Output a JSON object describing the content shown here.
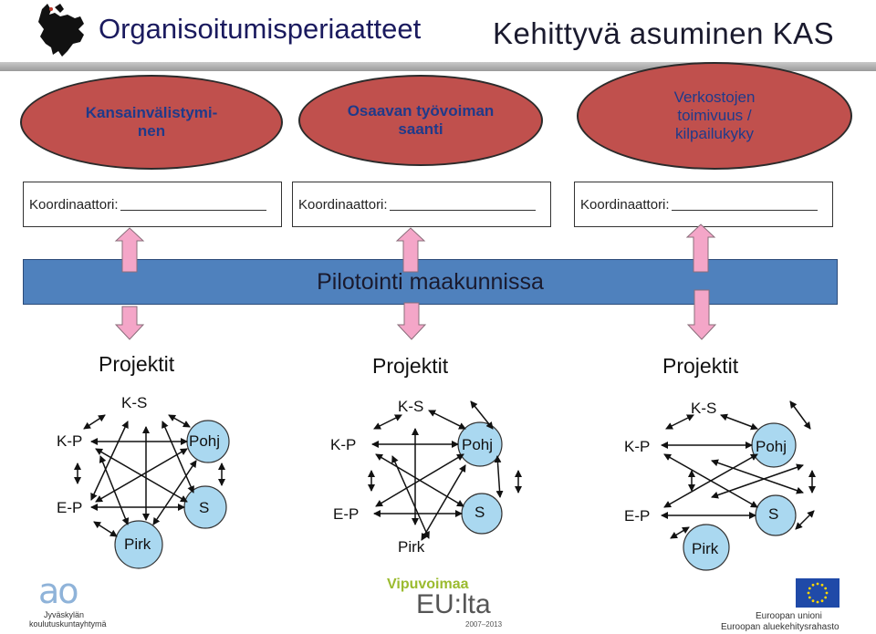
{
  "header": {
    "title_left": "Organisoitumisperiaatteet",
    "title_right": "Kehittyvä asuminen KAS"
  },
  "topics": [
    {
      "label": "Kansainvälistymi-\nnen"
    },
    {
      "label": "Osaavan työvoiman\nsaanti"
    },
    {
      "label": "Verkostojen\ntoimivuus /\nkilpailukyky"
    }
  ],
  "coordinators": [
    {
      "label": "Koordinaattori:"
    },
    {
      "label": "Koordinaattori:"
    },
    {
      "label": "Koordinaattori:"
    }
  ],
  "pilot": {
    "label": "Pilotointi maakunnissa"
  },
  "projects": [
    {
      "title": "Projektit",
      "nodes": {
        "ks": "K-S",
        "kp": "K-P",
        "pohj": "Pohj",
        "ep": "E-P",
        "s": "S",
        "pirk": "Pirk"
      }
    },
    {
      "title": "Projektit",
      "nodes": {
        "ks": "K-S",
        "kp": "K-P",
        "pohj": "Pohj",
        "ep": "E-P",
        "s": "S",
        "pirk": "Pirk"
      }
    },
    {
      "title": "Projektit",
      "nodes": {
        "ks": "K-S",
        "kp": "K-P",
        "pohj": "Pohj",
        "ep": "E-P",
        "s": "S",
        "pirk": "Pirk"
      }
    }
  ],
  "footer": {
    "left_logo_mark": "ao",
    "left_logo_line1": "Jyväskylän",
    "left_logo_line2": "koulutuskuntayhtymä",
    "center_logo_line1": "Vipuvoimaa",
    "center_logo_line2": "EU:lta",
    "center_logo_line3": "2007–2013",
    "right_logo_line1": "Euroopan unioni",
    "right_logo_line2": "Euroopan aluekehitysrahasto"
  },
  "colors": {
    "topic_fill": "#c0504d",
    "topic_text": "#1f3a8a",
    "pilot_fill": "#4f81bd",
    "arrow_pink": "#f4a6c8",
    "node_circle": "#aad8f0"
  }
}
